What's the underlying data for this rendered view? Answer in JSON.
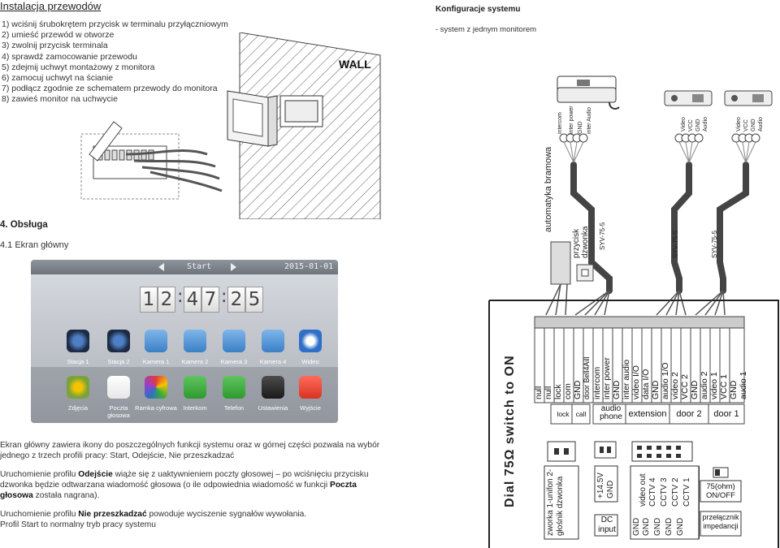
{
  "doc": {
    "title": "Instalacja przewodów",
    "steps": [
      "1) wciśnij śrubokrętem przycisk w terminalu przyłączniowym",
      "2) umieść przewód w otworze",
      "3) zwolnij przycisk terminala",
      "4) sprawdź zamocowanie przewodu",
      "5) zdejmij uchwyt montażowy z monitora",
      "6) zamocuj uchwyt na ścianie",
      "7) podłącz zgodnie ze schematem przewody do monitora",
      "8) zawieś monitor na uchwycie"
    ],
    "wall_label": "WALL",
    "section_title": "4. Obsługa",
    "subsection_title": "4.1 Ekran główny",
    "screen": {
      "start_label": "Start",
      "date": "2015-01-01",
      "time_digits": [
        "1",
        "2",
        "4",
        "7",
        "2",
        "5"
      ],
      "row1": [
        "Stacja 1",
        "Stacja 2",
        "Kamera 1",
        "Kamera 2",
        "Kamera 3",
        "Kamera 4",
        "Wideo"
      ],
      "row2": [
        "Zdjęcia",
        "Poczta głosowa",
        "Ramka cyfrowa",
        "Interkom",
        "Telefon",
        "Ustawienia",
        "Wyjście"
      ]
    },
    "para1": "Ekran główny zawiera ikony do poszczególnych funkcji systemu oraz w górnej części pozwala na wybór jednego z trzech profili pracy:  Start, Odejście, Nie przeszkadzać",
    "para2": {
      "a": "Uruchomienie profilu ",
      "b": "Odejście",
      "c": " wiąże się z uaktywnieniem poczty głosowej – po wciśnięciu przycisku dzwonka będzie odtwarzana wiadomość głosowa (o ile odpowiednia wiadomość w funkcji ",
      "d": "Poczta głosowa",
      "e": " została nagrana)."
    },
    "para3": {
      "a": "Uruchomienie profilu ",
      "b": "Nie przeszkadzać",
      "c": " powoduje wyciszenie sygnałów wywołania.",
      "d": "Profil Start to normalny tryb pracy systemu"
    }
  },
  "config": {
    "title": "Konfiguracje systemu",
    "subtitle": "- system z jednym monitorem",
    "intercom_wires": [
      "intercom",
      "inter power",
      "GND",
      "inter Audio"
    ],
    "door_wires_a": [
      "Video",
      "VCC",
      "GND",
      "Audio"
    ],
    "door_wires_b": [
      "Video",
      "VCC",
      "GND",
      "Audio"
    ],
    "gate_label": "automatyka bramowa",
    "bell_label": "przycisk dzwonka",
    "cable_1": "SYV-75-5",
    "cable_2": "SYV-75-5",
    "cable_3": "SYV-75-5",
    "dial_label": "Dial 75Ω switch to ON",
    "terminals": [
      "null",
      "null",
      "lock",
      "com",
      "GND",
      "door Bell4Aill",
      "intercom",
      "inter power",
      "GND",
      "inter audio",
      "video I/O",
      "data I/O",
      "GND",
      "audio 1/O",
      "video 2",
      "VCC 2",
      "GND",
      "audio 2",
      "video 1",
      "VCC 1",
      "GND",
      "audio 1"
    ],
    "groups": [
      "lock",
      "call",
      "audio phone",
      "extension",
      "door 2",
      "door 1"
    ],
    "bottom_left": "zworka 1-unifon 2-głośnik dzwonka",
    "dc_pins": [
      "+14.5V",
      "GND"
    ],
    "dc_label": "DC input",
    "video_pins": [
      "GND",
      "video out",
      "GND",
      "CCTV 4",
      "GND",
      "CCTV 3",
      "GND",
      "CCTV 2",
      "GND",
      "CCTV 1"
    ],
    "imp_label": "75(ohm) ON/OFF",
    "imp_switch": "przełącznik impedancji"
  }
}
